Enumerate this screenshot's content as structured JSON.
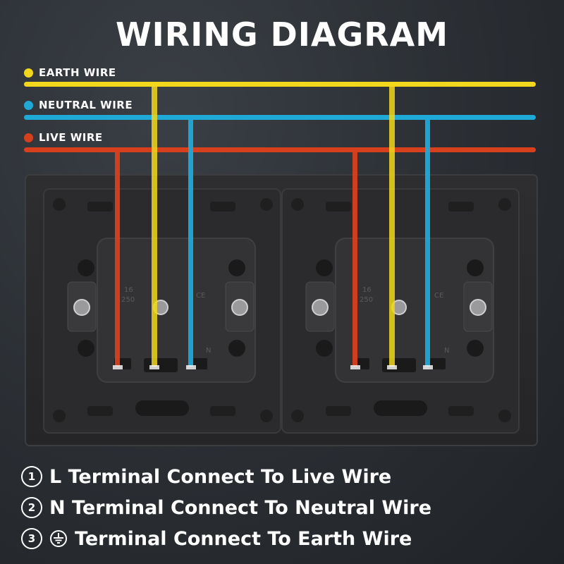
{
  "title": "WIRING DIAGRAM",
  "legend": [
    {
      "label": "EARTH WIRE",
      "color": "#f2d71c",
      "icon": "yellow-dot"
    },
    {
      "label": "NEUTRAL WIRE",
      "color": "#1fa9d6",
      "icon": "blue-dot"
    },
    {
      "label": "LIVE WIRE",
      "color": "#d6401d",
      "icon": "red-dot"
    }
  ],
  "socket_markings": {
    "rating_amps": "16",
    "rating_volts": "250",
    "cert_mark": "CE",
    "neutral_mark": "N"
  },
  "instructions": [
    {
      "number": "1",
      "text": "L Terminal Connect To Live Wire",
      "has_earth_symbol": false
    },
    {
      "number": "2",
      "text": "N Terminal Connect To Neutral Wire",
      "has_earth_symbol": false
    },
    {
      "number": "3",
      "text": "Terminal Connect To Earth Wire",
      "has_earth_symbol": true
    }
  ]
}
